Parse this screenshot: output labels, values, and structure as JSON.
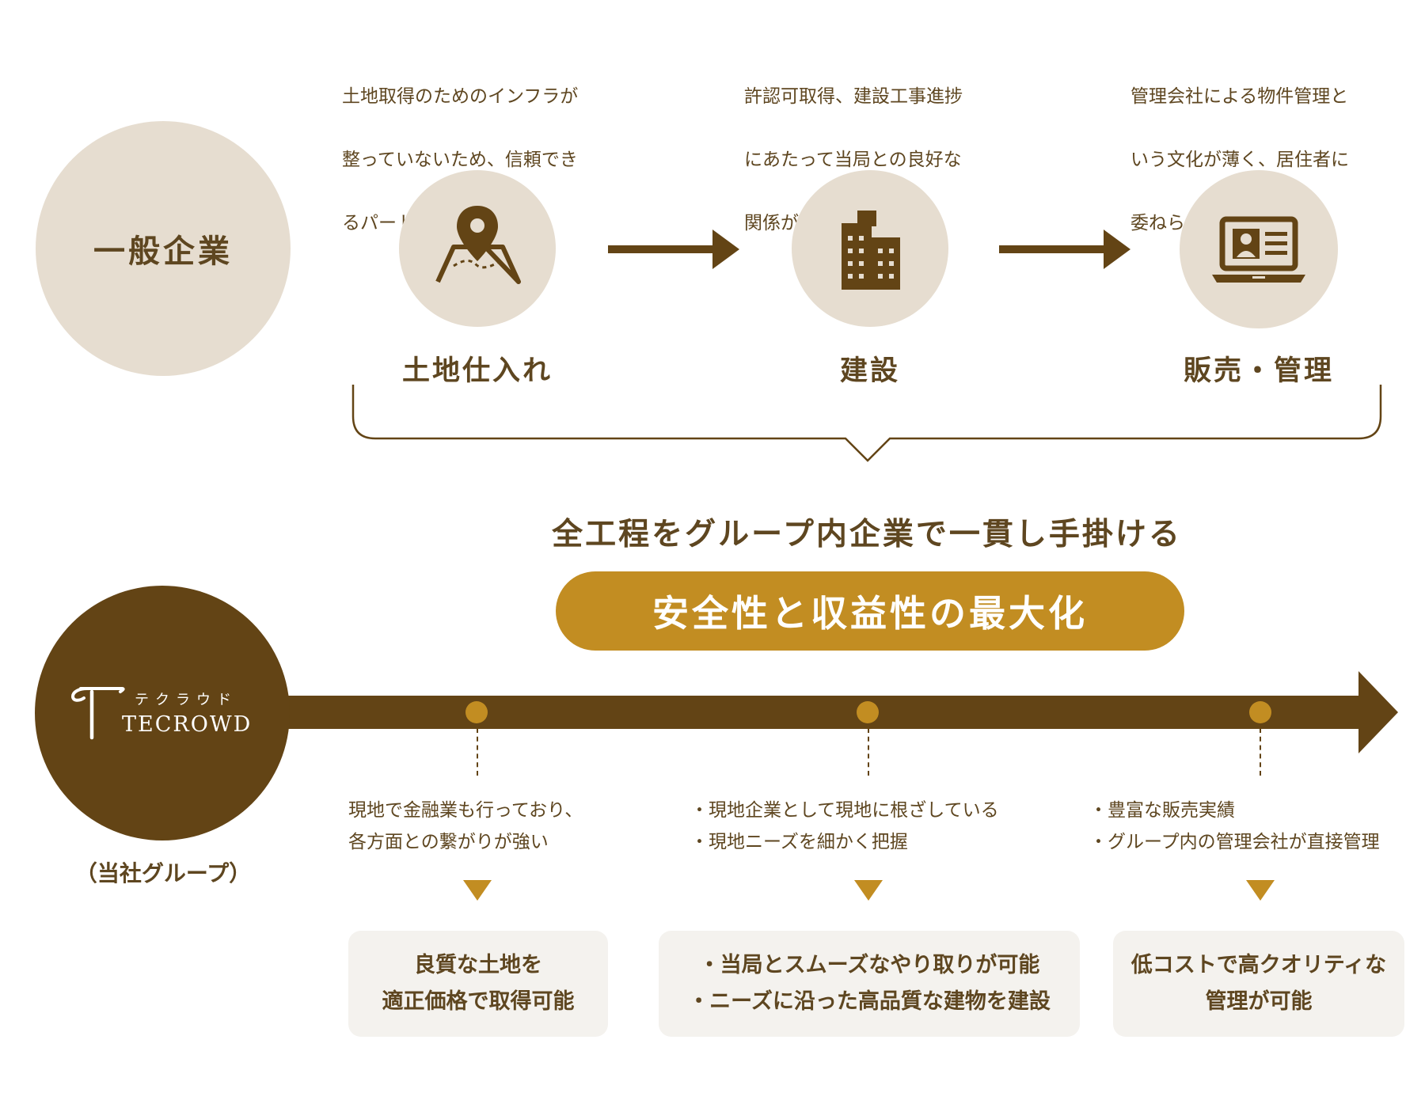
{
  "top": {
    "company_label": "一般企業",
    "stages": [
      {
        "label": "土地仕入れ",
        "challenge": [
          "土地取得のためのインフラが",
          "整っていないため、信頼でき",
          "るパートナー選びが必要"
        ],
        "icon": "map-pin-icon"
      },
      {
        "label": "建設",
        "challenge": [
          "許認可取得、建設工事進捗",
          "にあたって当局との良好な",
          "関係が求められる"
        ],
        "icon": "building-icon"
      },
      {
        "label": "販売・管理",
        "challenge": [
          "管理会社による物件管理と",
          "いう文化が薄く、居住者に",
          "委ねられる"
        ],
        "icon": "laptop-profile-icon"
      }
    ]
  },
  "middle": {
    "subtitle": "全工程をグループ内企業で一貫し手掛ける",
    "pill": "安全性と収益性の最大化"
  },
  "bottom": {
    "brand_katakana": "テクラウド",
    "brand_name": "TECROWD",
    "group_label": "（当社グループ）",
    "points": [
      {
        "detail": [
          "現地で金融業も行っており、",
          "各方面との繋がりが強い"
        ],
        "result": [
          "良質な土地を",
          "適正価格で取得可能"
        ]
      },
      {
        "detail": [
          "・現地企業として現地に根ざしている",
          "・現地ニーズを細かく把握"
        ],
        "result": [
          "・当局とスムーズなやり取りが可能",
          "・ニーズに沿った高品質な建物を建設"
        ]
      },
      {
        "detail": [
          "・豊富な販売実績",
          "・グループ内の管理会社が直接管理"
        ],
        "result": [
          "低コストで高クオリティな",
          "管理が可能"
        ]
      }
    ]
  },
  "colors": {
    "brown": "#634415",
    "text_brown": "#5e4620",
    "beige": "#e6ddd0",
    "gold": "#c28d22",
    "card_bg": "#f4f2ee"
  }
}
